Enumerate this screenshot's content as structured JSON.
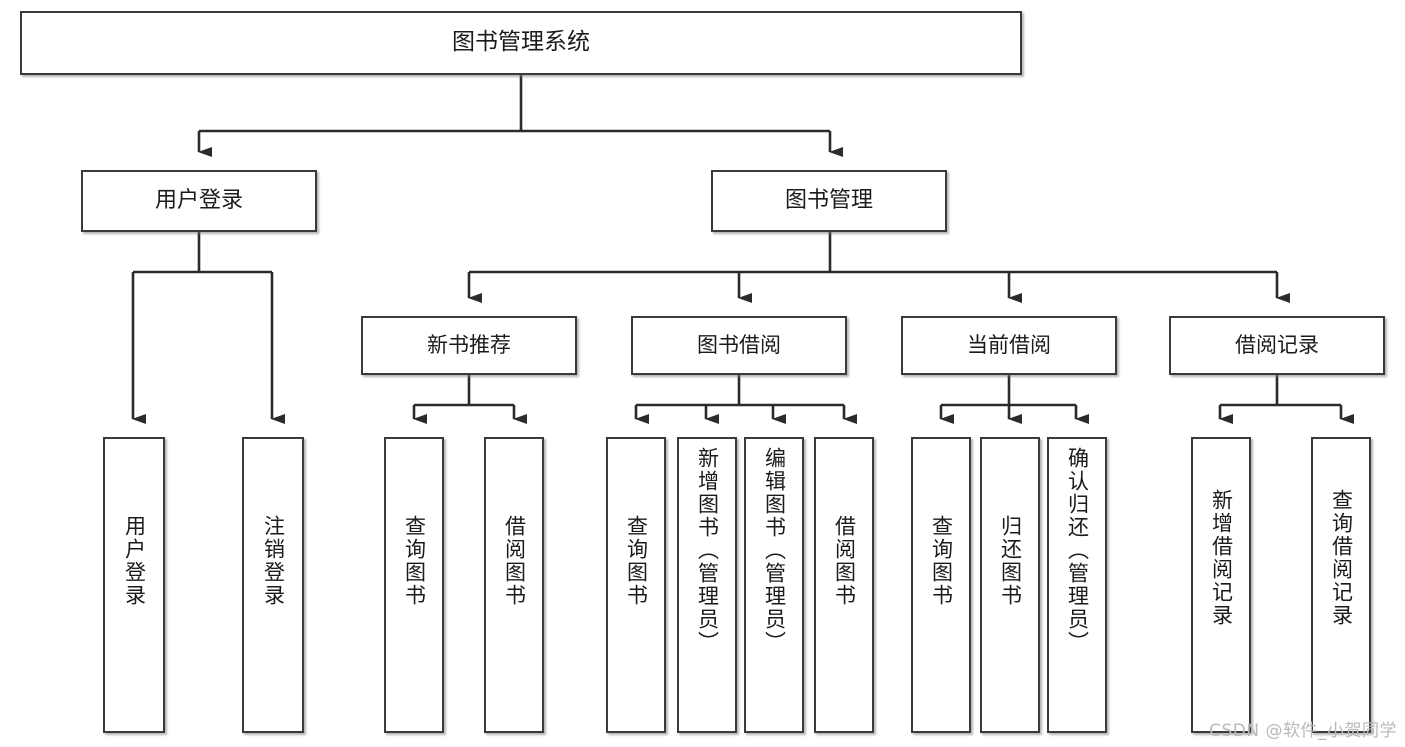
{
  "diagram": {
    "title": "图书管理系统",
    "type": "hierarchy-tree",
    "root": {
      "label": "图书管理系统"
    },
    "level2": [
      {
        "label": "用户登录"
      },
      {
        "label": "图书管理"
      }
    ],
    "level3": [
      {
        "label": "新书推荐"
      },
      {
        "label": "图书借阅"
      },
      {
        "label": "当前借阅"
      },
      {
        "label": "借阅记录"
      }
    ],
    "leaves": {
      "user_login": [
        {
          "label": "用户登录"
        },
        {
          "label": "注销登录"
        }
      ],
      "new_book_recommend": [
        {
          "label": "查询图书"
        },
        {
          "label": "借阅图书"
        }
      ],
      "book_borrow": [
        {
          "label": "查询图书"
        },
        {
          "label": "新增图书（管理员）"
        },
        {
          "label": "编辑图书（管理员）"
        },
        {
          "label": "借阅图书"
        }
      ],
      "current_borrow": [
        {
          "label": "查询图书"
        },
        {
          "label": "归还图书"
        },
        {
          "label": "确认归还（管理员）"
        }
      ],
      "borrow_record": [
        {
          "label": "新增借阅记录"
        },
        {
          "label": "查询借阅记录"
        }
      ]
    }
  },
  "watermark": {
    "text": "CSDN @软件_小贺同学"
  },
  "colors": {
    "background": "#ffffff",
    "box_border": "#3a3a3a",
    "box_fill": "#ffffff",
    "line": "#2b2b2b",
    "text": "#1b1b1b",
    "watermark": "#b9b9b9"
  }
}
